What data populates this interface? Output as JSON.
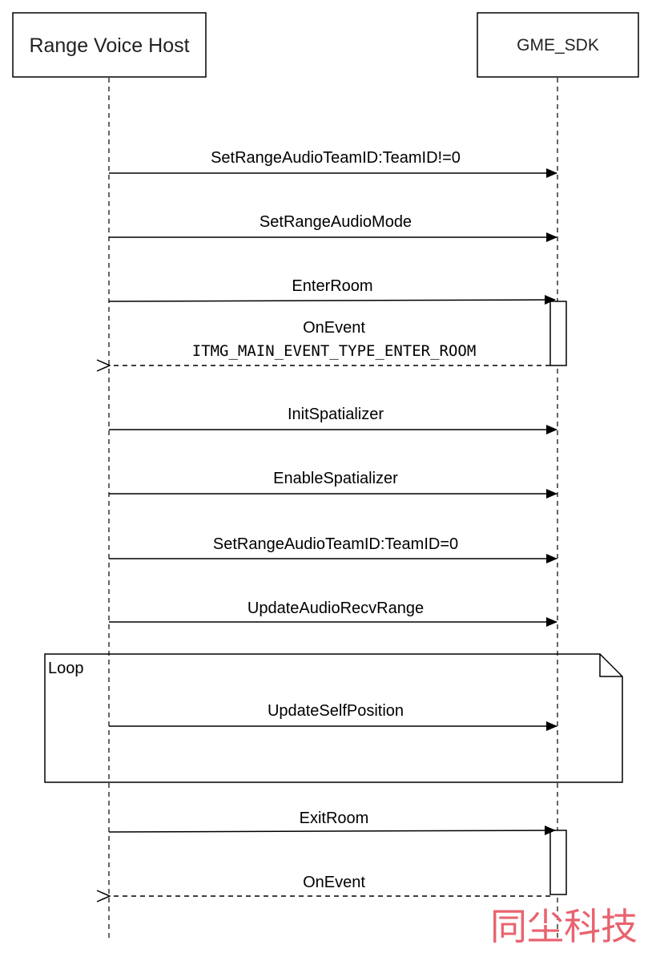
{
  "participants": {
    "host": "Range Voice Host",
    "sdk": "GME_SDK"
  },
  "messages": [
    {
      "label": "SetRangeAudioTeamID:TeamID!=0",
      "direction": "host-to-sdk",
      "style": "solid"
    },
    {
      "label": "SetRangeAudioMode",
      "direction": "host-to-sdk",
      "style": "solid"
    },
    {
      "label": "EnterRoom",
      "direction": "host-to-sdk",
      "style": "solid"
    },
    {
      "label": "OnEvent",
      "label2": "ITMG_MAIN_EVENT_TYPE_ENTER_ROOM",
      "direction": "sdk-to-host",
      "style": "dashed"
    },
    {
      "label": "InitSpatializer",
      "direction": "host-to-sdk",
      "style": "solid"
    },
    {
      "label": "EnableSpatializer",
      "direction": "host-to-sdk",
      "style": "solid"
    },
    {
      "label": "SetRangeAudioTeamID:TeamID=0",
      "direction": "host-to-sdk",
      "style": "solid"
    },
    {
      "label": "UpdateAudioRecvRange",
      "direction": "host-to-sdk",
      "style": "solid"
    },
    {
      "label": "UpdateSelfPosition",
      "direction": "host-to-sdk",
      "style": "solid"
    },
    {
      "label": "ExitRoom",
      "direction": "host-to-sdk",
      "style": "solid"
    },
    {
      "label": "OnEvent",
      "direction": "sdk-to-host",
      "style": "dashed"
    }
  ],
  "loop": {
    "label": "Loop"
  },
  "watermark": "同尘科技",
  "colors": {
    "line": "#000000",
    "watermark": "#e8636e"
  }
}
